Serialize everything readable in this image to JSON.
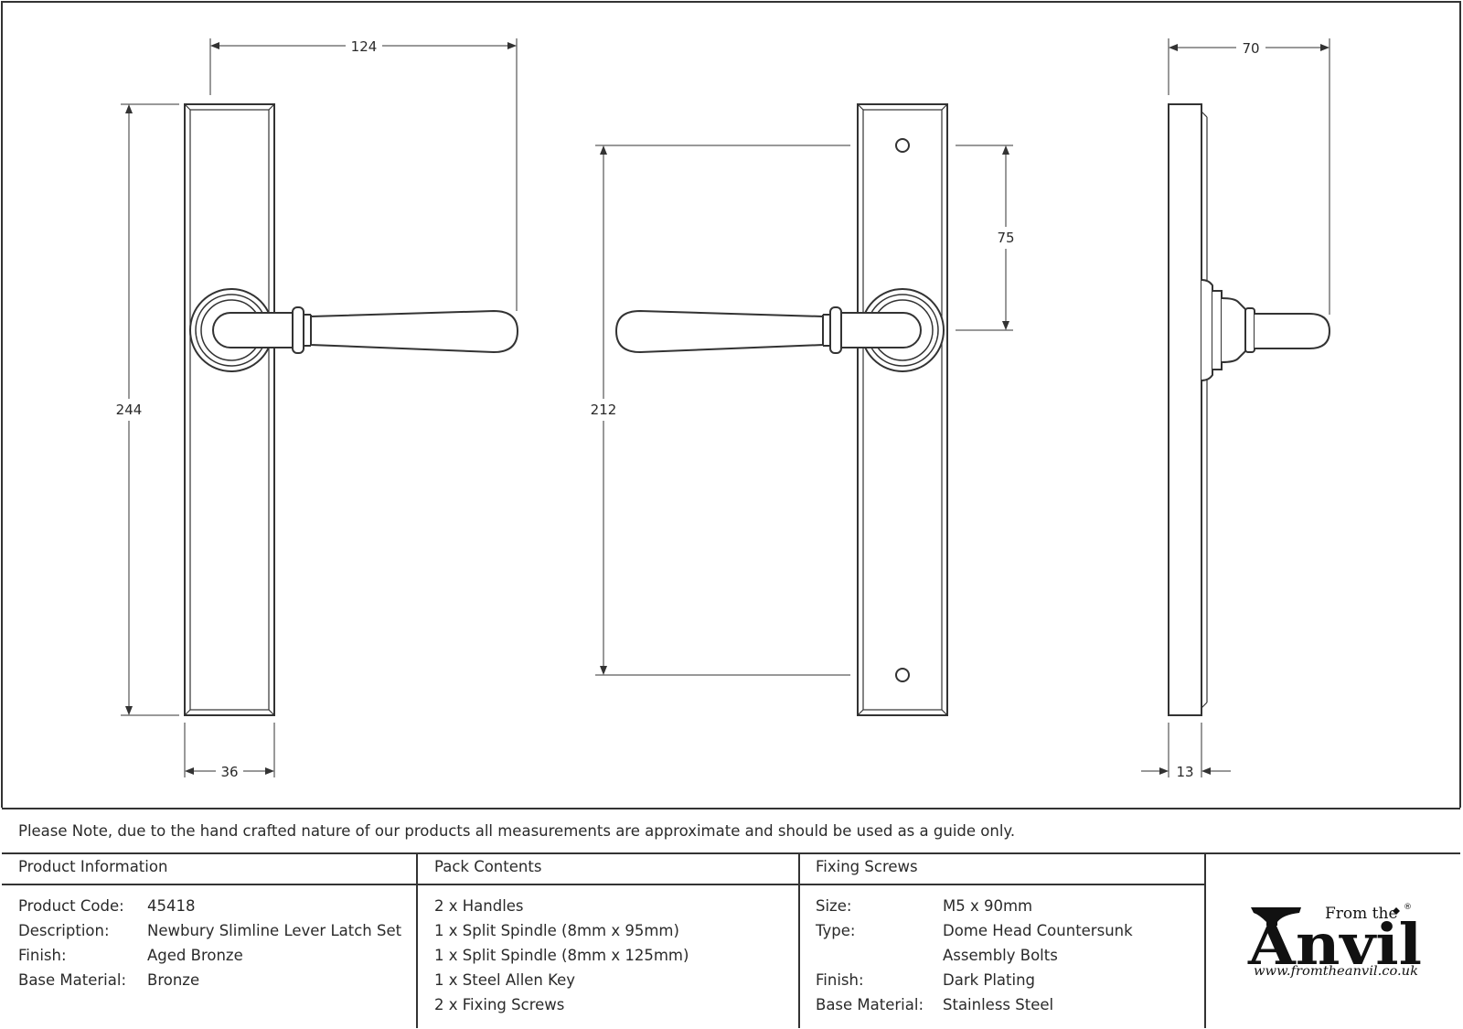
{
  "dimensions": {
    "front_width_total": "124",
    "front_height": "244",
    "front_plate_width": "36",
    "back_fixing_centres": "212",
    "back_lever_offset": "75",
    "side_projection": "70",
    "side_plate_thickness": "13"
  },
  "note": "Please Note, due to the hand crafted nature of our products all measurements are approximate and should be used as a guide only.",
  "product_info": {
    "title": "Product Information",
    "rows": [
      {
        "label": "Product Code:",
        "value": "45418"
      },
      {
        "label": "Description:",
        "value": "Newbury Slimline Lever Latch Set"
      },
      {
        "label": "Finish:",
        "value": "Aged Bronze"
      },
      {
        "label": "Base Material:",
        "value": "Bronze"
      }
    ]
  },
  "pack_contents": {
    "title": "Pack Contents",
    "items": [
      "2 x Handles",
      "1 x Split Spindle (8mm x 95mm)",
      "1 x Split Spindle (8mm x 125mm)",
      "1 x Steel Allen Key",
      "2 x Fixing Screws"
    ]
  },
  "fixing_screws": {
    "title": "Fixing Screws",
    "rows": [
      {
        "label": "Size:",
        "value": "M5 x 90mm"
      },
      {
        "label": "Type:",
        "value": "Dome Head Countersunk"
      },
      {
        "label": "",
        "value": "Assembly Bolts"
      },
      {
        "label": "Finish:",
        "value": "Dark Plating"
      },
      {
        "label": "Base Material:",
        "value": "Stainless Steel"
      }
    ]
  },
  "logo": {
    "from_the": "From the",
    "name": "Anvil",
    "registered": "®",
    "url": "www.fromtheanvil.co.uk"
  },
  "colors": {
    "line": "#333333",
    "background": "#ffffff"
  }
}
